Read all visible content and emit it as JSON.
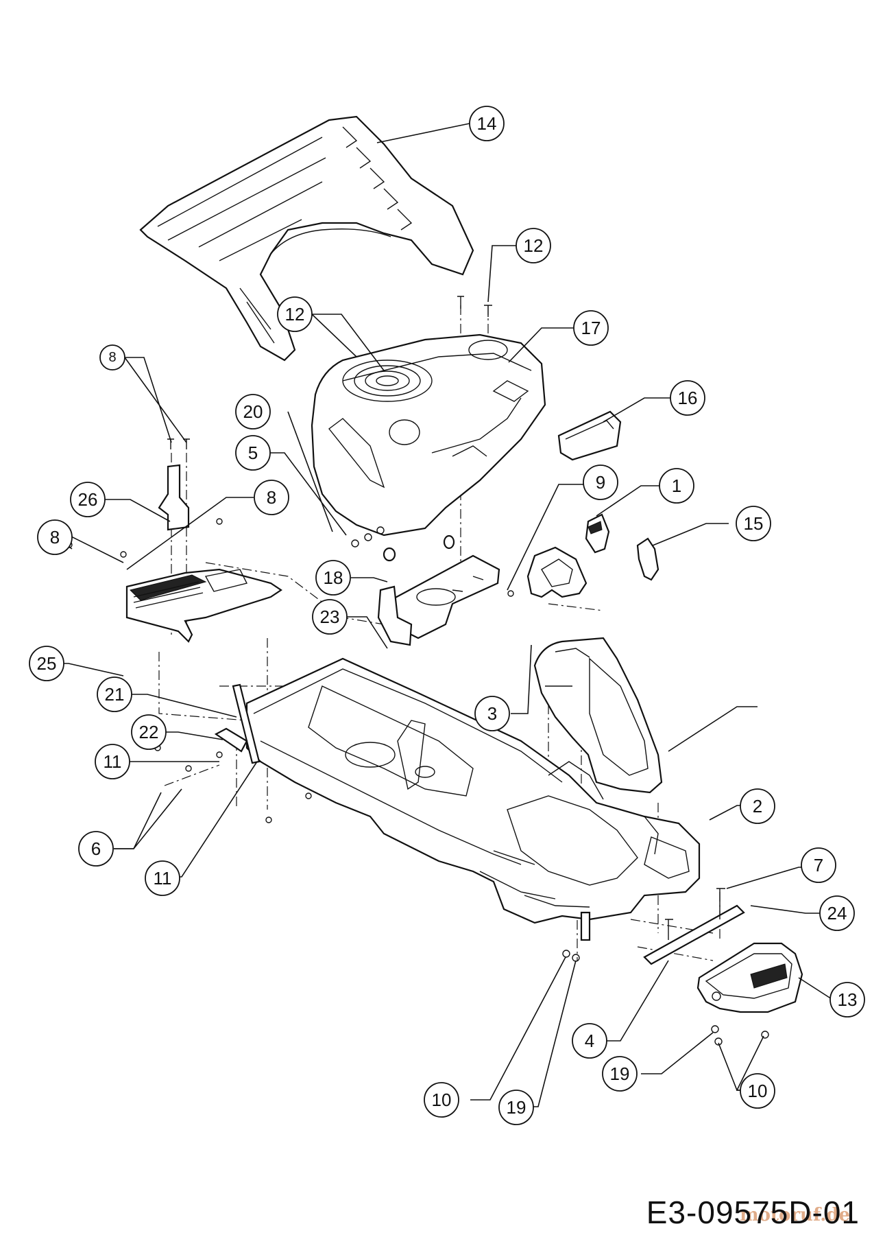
{
  "diagram": {
    "code": "E3-09575D-01",
    "watermark": "motoruf.de",
    "callouts": [
      {
        "id": "c14a",
        "label": "14"
      },
      {
        "id": "c12a",
        "label": "12"
      },
      {
        "id": "c12b",
        "label": "12"
      },
      {
        "id": "c17",
        "label": "17"
      },
      {
        "id": "c16",
        "label": "16"
      },
      {
        "id": "c8a",
        "label": "8"
      },
      {
        "id": "c20",
        "label": "20"
      },
      {
        "id": "c5",
        "label": "5"
      },
      {
        "id": "c9",
        "label": "9"
      },
      {
        "id": "c1",
        "label": "1"
      },
      {
        "id": "c15",
        "label": "15"
      },
      {
        "id": "c26",
        "label": "26"
      },
      {
        "id": "c8b",
        "label": "8"
      },
      {
        "id": "c8c",
        "label": "8"
      },
      {
        "id": "c18",
        "label": "18"
      },
      {
        "id": "c25",
        "label": "25"
      },
      {
        "id": "c23",
        "label": "23"
      },
      {
        "id": "c3",
        "label": "3"
      },
      {
        "id": "c21",
        "label": "21"
      },
      {
        "id": "c22",
        "label": "22"
      },
      {
        "id": "c11a",
        "label": "11"
      },
      {
        "id": "c6",
        "label": "6"
      },
      {
        "id": "c2",
        "label": "2"
      },
      {
        "id": "c11b",
        "label": "11"
      },
      {
        "id": "c7",
        "label": "7"
      },
      {
        "id": "c24",
        "label": "24"
      },
      {
        "id": "c13",
        "label": "13"
      },
      {
        "id": "c4",
        "label": "4"
      },
      {
        "id": "c19a",
        "label": "19"
      },
      {
        "id": "c10a",
        "label": "10"
      },
      {
        "id": "c10b",
        "label": "10"
      },
      {
        "id": "c19b",
        "label": "19"
      }
    ]
  }
}
